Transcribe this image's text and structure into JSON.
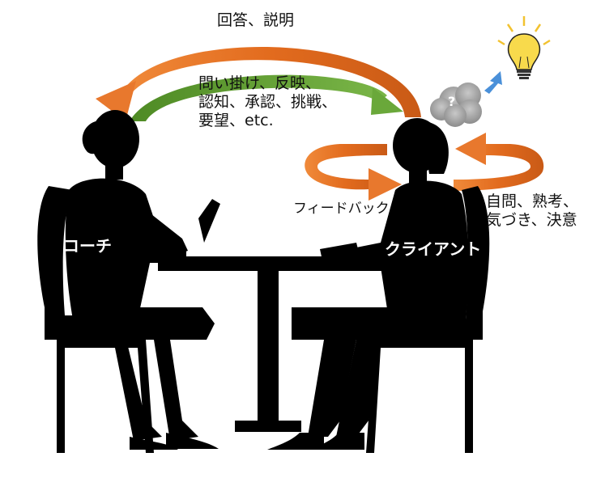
{
  "labels": {
    "top": "回答、説明",
    "coach_actions": [
      "問い掛け、反映、",
      "認知、承認、挑戦、",
      "要望、etc."
    ],
    "feedback": "フィードバック",
    "client_actions": [
      "自問、熟考、",
      "気づき、決意"
    ],
    "coach": "コーチ",
    "client": "クライアント",
    "question_mark": "?"
  },
  "colors": {
    "orange_arrow": "#e8782d",
    "green_arrow": "#5fa030",
    "silhouette": "#000000",
    "cloud": "#9a9a9a",
    "blue_arrow": "#4a90d9",
    "bulb": "#f2c230"
  },
  "icons": [
    "lightbulb-icon",
    "thought-cloud-icon",
    "up-arrow-icon"
  ]
}
